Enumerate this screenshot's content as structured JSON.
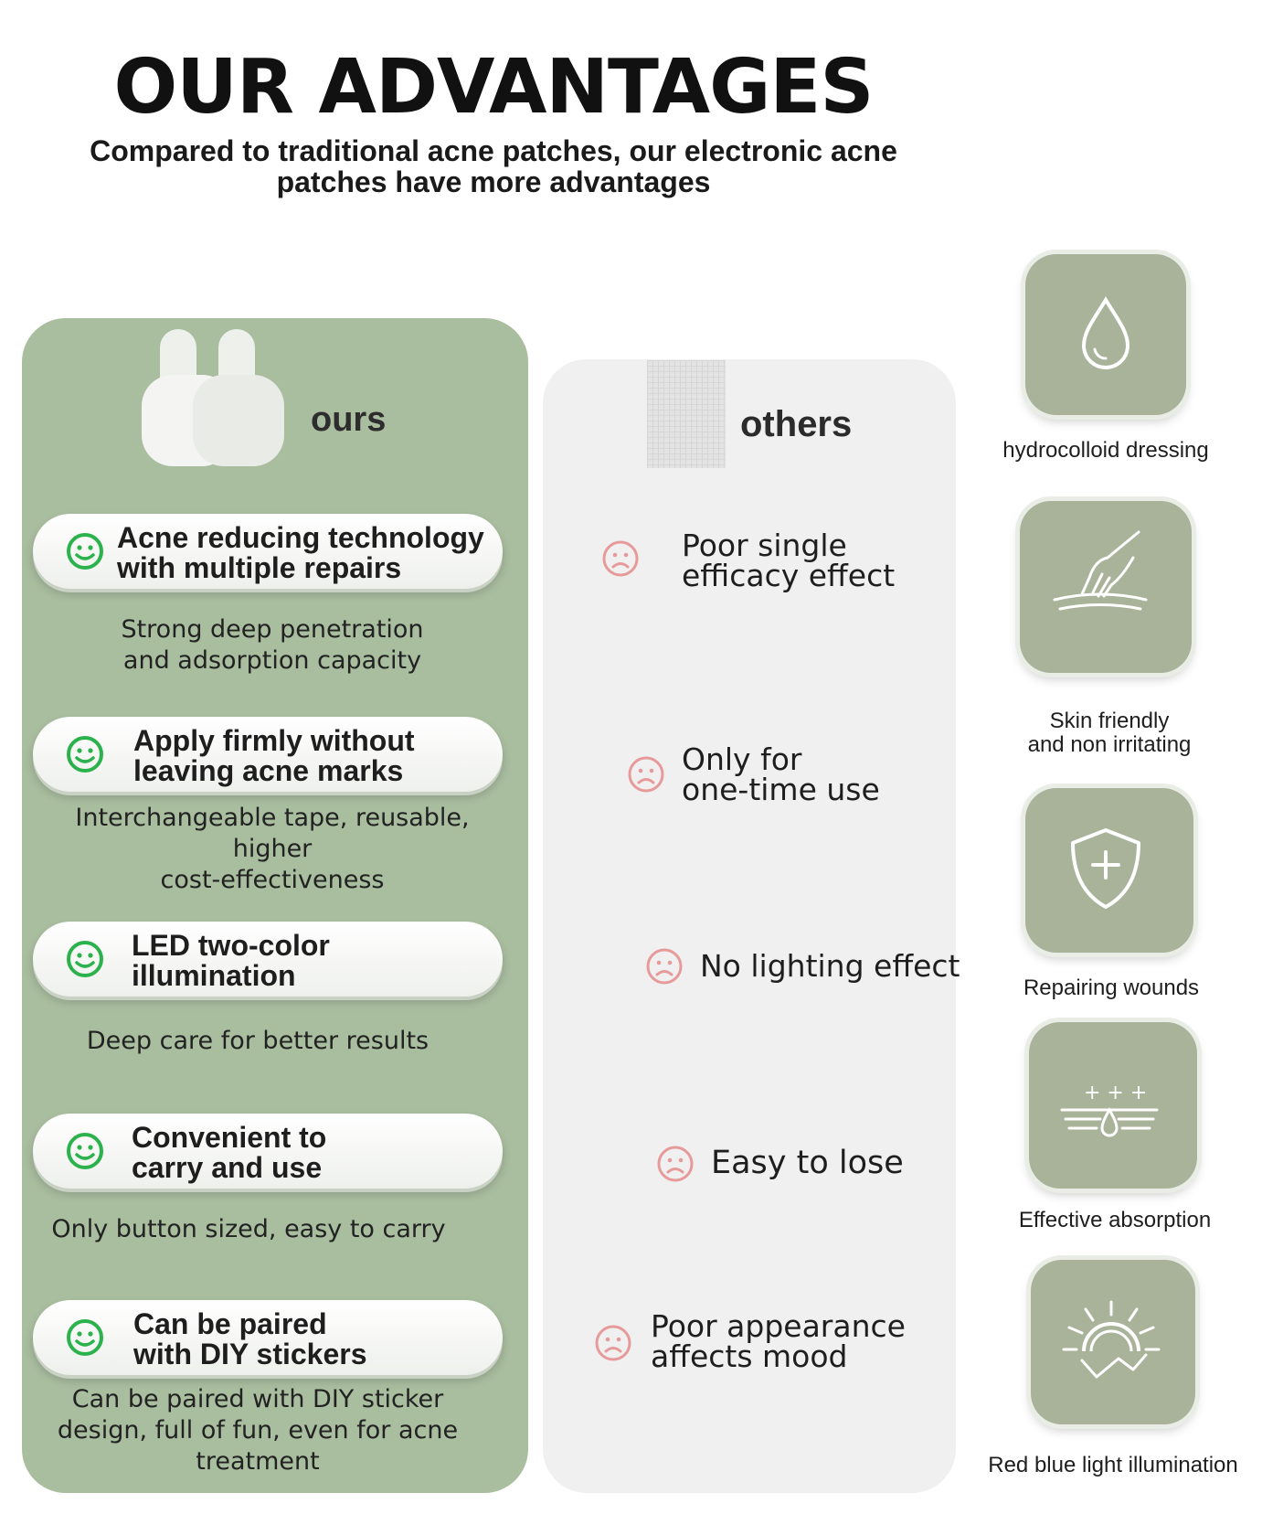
{
  "header": {
    "title": "OUR ADVANTAGES",
    "subtitle_line1": "Compared to traditional acne patches, our electronic acne",
    "subtitle_line2": "patches have more advantages"
  },
  "ours": {
    "label": "ours",
    "items": [
      {
        "title_line1": "Acne reducing technology",
        "title_line2": "with multiple repairs",
        "desc_line1": "Strong deep penetration",
        "desc_line2": "and adsorption capacity",
        "desc_line3": ""
      },
      {
        "title_line1": "Apply firmly without",
        "title_line2": "leaving acne marks",
        "desc_line1": "Interchangeable tape, reusable, higher",
        "desc_line2": "cost-effectiveness",
        "desc_line3": ""
      },
      {
        "title_line1": "LED two-color",
        "title_line2": "illumination",
        "desc_line1": "Deep care for better results",
        "desc_line2": "",
        "desc_line3": ""
      },
      {
        "title_line1": "Convenient to",
        "title_line2": "carry and use",
        "desc_line1": "Only button sized, easy to carry",
        "desc_line2": "",
        "desc_line3": ""
      },
      {
        "title_line1": "Can be paired",
        "title_line2": "with DIY stickers",
        "desc_line1": "Can be paired with DIY sticker",
        "desc_line2": "design, full of fun, even for acne",
        "desc_line3": "treatment"
      }
    ]
  },
  "others": {
    "label": "others",
    "items": [
      {
        "line1": "Poor single",
        "line2": "efficacy effect"
      },
      {
        "line1": "Only for",
        "line2": "one-time use"
      },
      {
        "line1": "No lighting effect",
        "line2": ""
      },
      {
        "line1": "Easy to lose",
        "line2": ""
      },
      {
        "line1": "Poor appearance",
        "line2": "affects mood"
      }
    ]
  },
  "features": [
    {
      "icon": "water-drop-icon",
      "line1": "hydrocolloid dressing",
      "line2": ""
    },
    {
      "icon": "hand-touching-skin-icon",
      "line1": "Skin friendly",
      "line2": "and non irritating"
    },
    {
      "icon": "shield-plus-icon",
      "line1": "Repairing wounds",
      "line2": ""
    },
    {
      "icon": "absorption-layers-icon",
      "line1": "Effective absorption",
      "line2": ""
    },
    {
      "icon": "light-rays-icon",
      "line1": "Red blue light illumination",
      "line2": ""
    }
  ],
  "colors": {
    "ours_panel": "#a9bd9f",
    "others_panel": "#f0f0f0",
    "tile": "#a8b39a",
    "smile_green": "#2bb24c",
    "sad_pink": "#e79a9a"
  }
}
